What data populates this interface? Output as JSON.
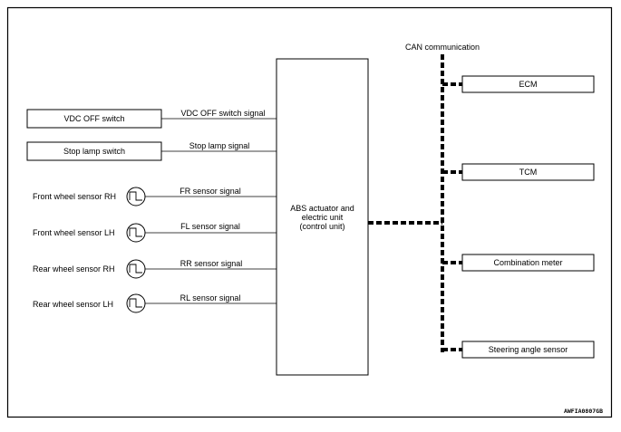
{
  "diagram_code": "AWFIA0807GB",
  "control_unit": {
    "line1": "ABS actuator and",
    "line2": "electric unit",
    "line3": "(control unit)"
  },
  "bus_label": "CAN communication",
  "switches": [
    {
      "name": "VDC OFF switch",
      "signal": "VDC OFF switch signal"
    },
    {
      "name": "Stop lamp switch",
      "signal": "Stop lamp signal"
    }
  ],
  "sensors": [
    {
      "name": "Front wheel sensor RH",
      "signal": "FR sensor signal"
    },
    {
      "name": "Front wheel sensor LH",
      "signal": "FL sensor signal"
    },
    {
      "name": "Rear wheel sensor RH",
      "signal": "RR sensor signal"
    },
    {
      "name": "Rear wheel sensor LH",
      "signal": "RL sensor signal"
    }
  ],
  "can_nodes": [
    {
      "name": "ECM"
    },
    {
      "name": "TCM"
    },
    {
      "name": "Combination meter"
    },
    {
      "name": "Steering angle sensor"
    }
  ]
}
